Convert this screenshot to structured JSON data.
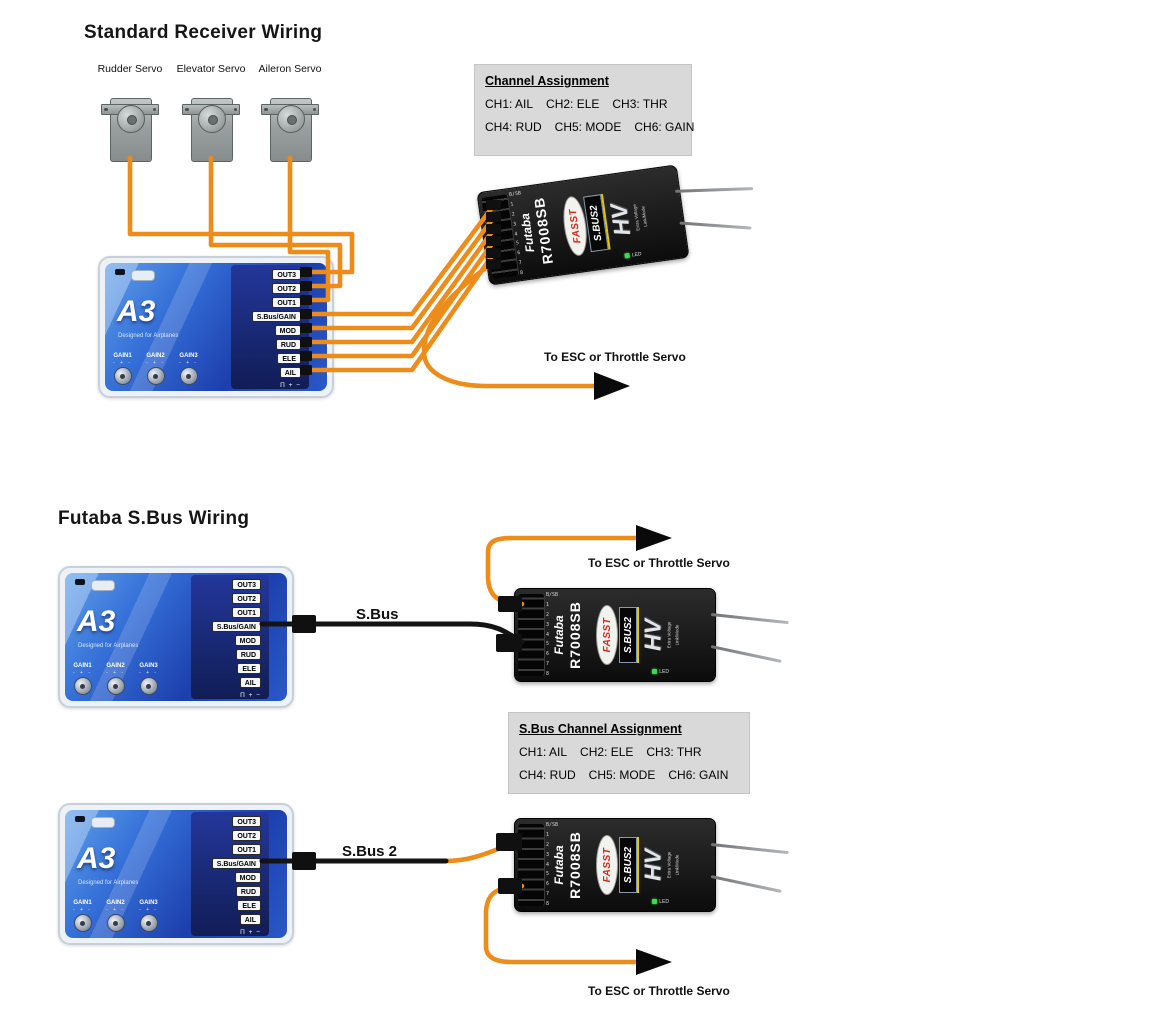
{
  "standard": {
    "title": "Standard Receiver Wiring",
    "servos": [
      "Rudder Servo",
      "Elevator Servo",
      "Aileron Servo"
    ],
    "channel_assignment": {
      "title": "Channel Assignment",
      "row1": [
        "CH1: AIL",
        "CH2: ELE",
        "CH3: THR"
      ],
      "row2": [
        "CH4: RUD",
        "CH5: MODE",
        "CH6: GAIN"
      ]
    },
    "esc_label": "To ESC or Throttle Servo"
  },
  "sbus_section": {
    "title": "Futaba S.Bus Wiring",
    "wire1_label": "S.Bus",
    "wire2_label": "S.Bus 2",
    "esc_label_top": "To ESC or Throttle Servo",
    "esc_label_bottom": "To ESC or Throttle Servo",
    "channel_assignment": {
      "title": "S.Bus Channel Assignment",
      "row1": [
        "CH1: AIL",
        "CH2: ELE",
        "CH3: THR"
      ],
      "row2": [
        "CH4: RUD",
        "CH5: MODE",
        "CH6: GAIN"
      ]
    }
  },
  "a3": {
    "model": "A3",
    "tagline": "Designed for Airplanes",
    "ports": [
      "OUT3",
      "OUT2",
      "OUT1",
      "S.Bus/GAIN",
      "MOD",
      "RUD",
      "ELE",
      "AIL"
    ],
    "pins_label": "Π + −",
    "gains": [
      "GAIN1",
      "GAIN2",
      "GAIN3"
    ],
    "gain_polarity": "- + -"
  },
  "receiver": {
    "brand": "Futaba",
    "model": "R7008SB",
    "badge_fasst": "FASST",
    "badge_sbus2": "S.BUS2",
    "badge_hv": "HV",
    "led": "LED",
    "extra1": "Extra Voltage",
    "extra2": "Link/Mode",
    "pin_sb": "B/SB",
    "pins": [
      "1",
      "2",
      "3",
      "4",
      "5",
      "6",
      "7",
      "8"
    ]
  }
}
